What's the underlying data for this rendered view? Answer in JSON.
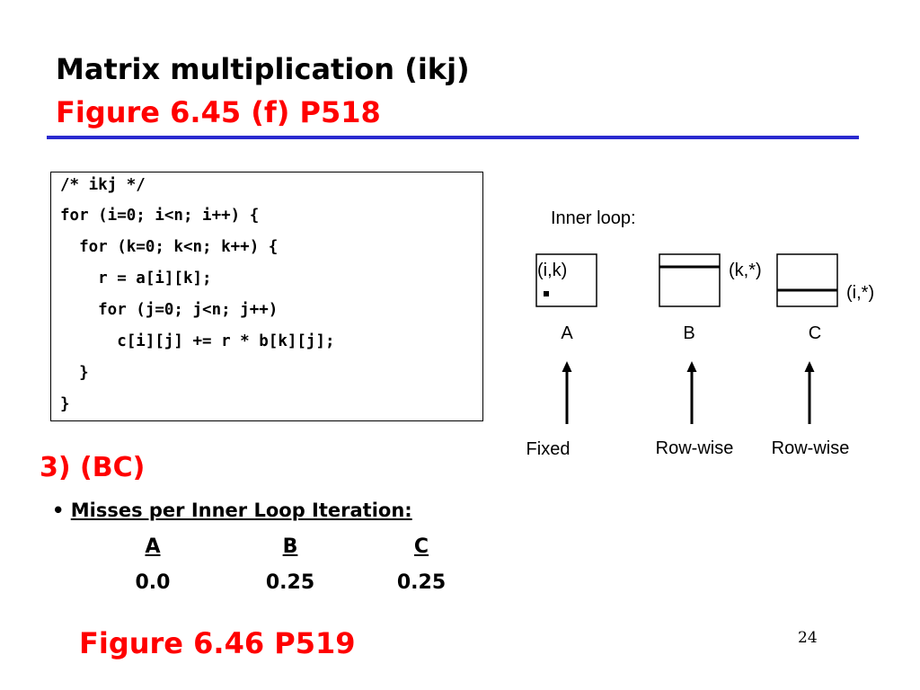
{
  "title": {
    "line1": "Matrix multiplication (ikj)",
    "line2": "Figure 6.45 (f)  P518"
  },
  "code": {
    "lines": [
      "/* ikj */",
      "for (i=0; i<n; i++) {",
      "  for (k=0; k<n; k++) {",
      "    r = a[i][k];",
      "    for (j=0; j<n; j++)",
      "      c[i][j] += r * b[k][j];",
      "  }",
      "}"
    ]
  },
  "diagram": {
    "heading": "Inner loop:",
    "matrices": [
      {
        "name": "A",
        "index_label": "(i,k)",
        "access": "Fixed"
      },
      {
        "name": "B",
        "index_label": "(k,*)",
        "access": "Row-wise"
      },
      {
        "name": "C",
        "index_label": "(i,*)",
        "access": "Row-wise"
      }
    ]
  },
  "section": {
    "heading": "3) (BC)",
    "bullet_marker": "•",
    "bullet_text": "Misses per Inner Loop Iteration:",
    "columns": [
      {
        "name": "A",
        "value": "0.0"
      },
      {
        "name": "B",
        "value": "0.25"
      },
      {
        "name": "C",
        "value": "0.25"
      }
    ]
  },
  "footer": {
    "figure_ref": "Figure 6.46  P519",
    "page_number": "24"
  },
  "colors": {
    "title": "#000000",
    "accent_red": "#ff0000",
    "rule_blue": "#2a2acf"
  }
}
